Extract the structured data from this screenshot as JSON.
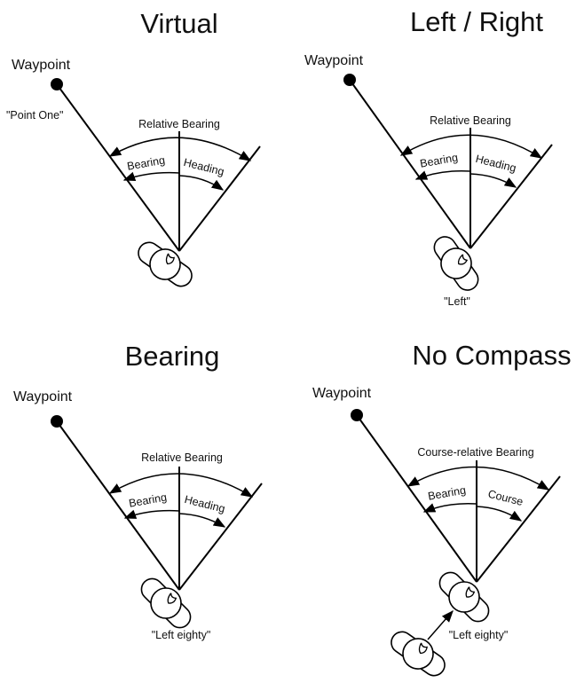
{
  "panels": [
    {
      "title": "Virtual",
      "waypoint_label": "Waypoint",
      "name_label": "\"Point One\"",
      "arc_top_label": "Relative Bearing",
      "left_arc_label": "Bearing",
      "right_arc_label": "Heading",
      "utterance": ""
    },
    {
      "title": "Left / Right",
      "waypoint_label": "Waypoint",
      "name_label": "",
      "arc_top_label": "Relative Bearing",
      "left_arc_label": "Bearing",
      "right_arc_label": "Heading",
      "utterance": "\"Left\""
    },
    {
      "title": "Bearing",
      "waypoint_label": "Waypoint",
      "name_label": "",
      "arc_top_label": "Relative Bearing",
      "left_arc_label": "Bearing",
      "right_arc_label": "Heading",
      "utterance": "\"Left eighty\""
    },
    {
      "title": "No Compass",
      "waypoint_label": "Waypoint",
      "name_label": "",
      "arc_top_label": "Course-relative Bearing",
      "left_arc_label": "Bearing",
      "right_arc_label": "Course",
      "utterance": "\"Left eighty\""
    }
  ]
}
